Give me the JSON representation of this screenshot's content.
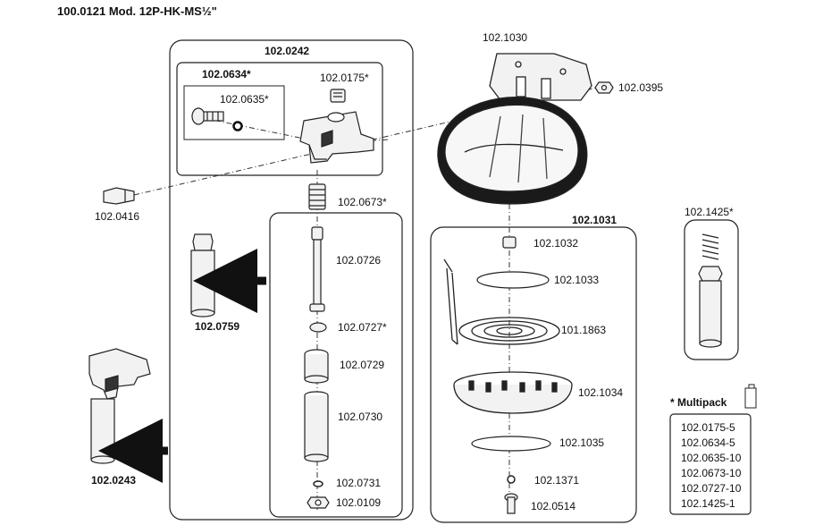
{
  "title": "100.0121 Mod. 12P-HK-MS½\"",
  "groups": {
    "main": "102.0242",
    "valve": "102.0634*",
    "cup_inner": "102.1031"
  },
  "parts": {
    "p0635": "102.0635*",
    "p0175": "102.0175*",
    "p0416": "102.0416",
    "p0673": "102.0673*",
    "p0759": "102.0759",
    "p0726": "102.0726",
    "p0727": "102.0727*",
    "p0729": "102.0729",
    "p0730": "102.0730",
    "p0731": "102.0731",
    "p0109": "102.0109",
    "p0243": "102.0243",
    "p1030": "102.1030",
    "p0395": "102.0395",
    "p1032": "102.1032",
    "p1033": "102.1033",
    "p1863": "101.1863",
    "p1034": "102.1034",
    "p1035": "102.1035",
    "p1371": "102.1371",
    "p0514": "102.0514",
    "p1425": "102.1425*"
  },
  "multipack": {
    "heading": "* Multipack",
    "items": [
      "102.0175-5",
      "102.0634-5",
      "102.0635-10",
      "102.0673-10",
      "102.0727-10",
      "102.1425-1"
    ]
  },
  "colors": {
    "line": "#222222",
    "arrow": "#111111",
    "part_fill": "#f2f2f2",
    "cup_dark": "#1a1a1a"
  }
}
